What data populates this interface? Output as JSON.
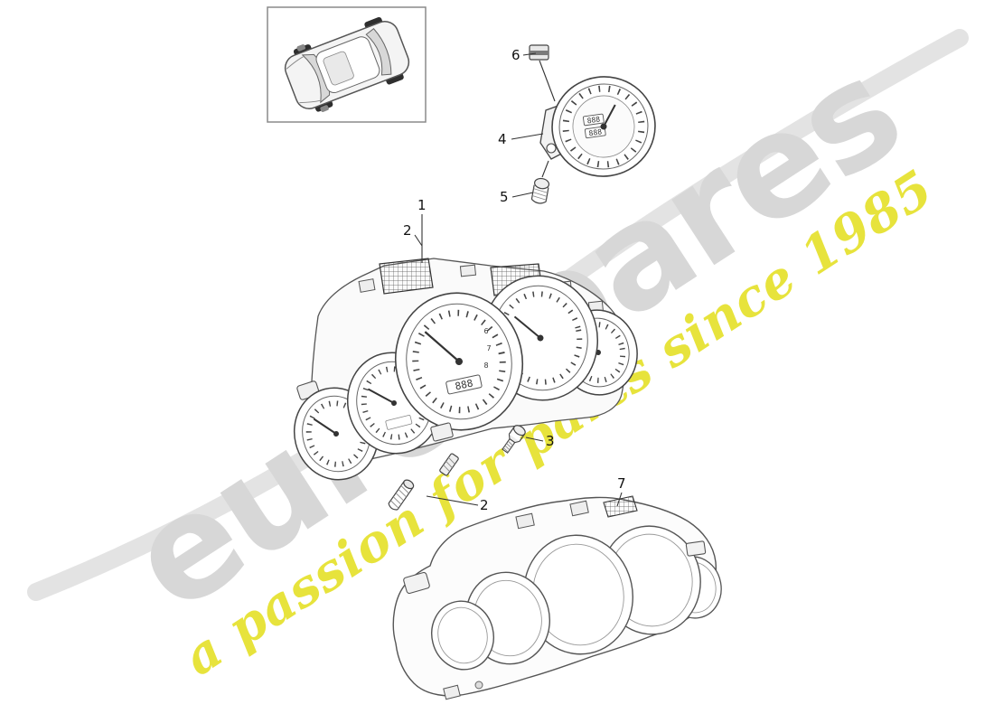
{
  "watermark": {
    "brand": "eurospares",
    "tagline": "a passion for parts since 1985",
    "brand_color": "#d7d7d7",
    "tagline_color": "#e7e33c",
    "swoosh_color": "#e3e3e3"
  },
  "callouts": {
    "item_1": "1",
    "item_2_cluster": "2",
    "item_2_stud": "2",
    "item_3": "3",
    "item_4": "4",
    "item_5": "5",
    "item_6": "6",
    "item_7": "7"
  },
  "displays": {
    "odometer": "888",
    "clock_top": "888",
    "clock_bottom": "888"
  },
  "tach_digits": [
    "6",
    "7",
    "8"
  ]
}
